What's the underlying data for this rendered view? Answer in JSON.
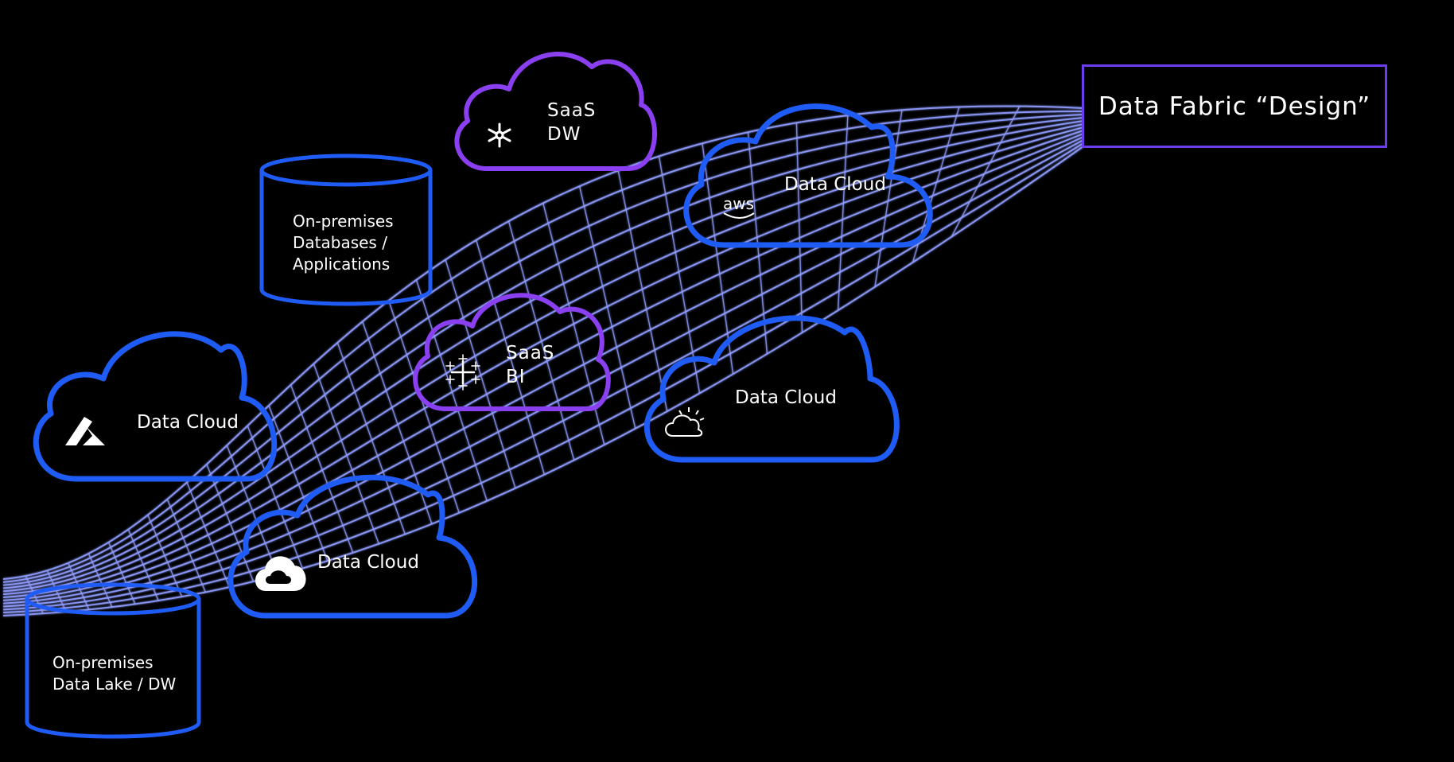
{
  "title": "Data Fabric “Design”",
  "nodes": [
    {
      "id": "saas-dw",
      "label": "SaaS\nDW",
      "shape": "cloud",
      "icon": "snowflake-icon",
      "color": "#8a3ff0"
    },
    {
      "id": "aws-cloud",
      "label": "Data Cloud",
      "shape": "cloud",
      "icon": "aws-icon",
      "color": "#1f5cf5"
    },
    {
      "id": "onprem-db",
      "label": "On-premises\nDatabases /\nApplications",
      "shape": "cylinder",
      "color": "#1f5cf5"
    },
    {
      "id": "saas-bi",
      "label": "SaaS\nBI",
      "shape": "cloud",
      "icon": "tableau-icon",
      "color": "#8a3ff0"
    },
    {
      "id": "azure-cloud",
      "label": "Data Cloud",
      "shape": "cloud",
      "icon": "azure-icon",
      "color": "#1f5cf5"
    },
    {
      "id": "ibm-cloud",
      "label": "Data Cloud",
      "shape": "cloud",
      "icon": "ibm-cloud-icon",
      "color": "#1f5cf5"
    },
    {
      "id": "google-cloud",
      "label": "Data Cloud",
      "shape": "cloud",
      "icon": "google-cloud-icon",
      "color": "#1f5cf5"
    },
    {
      "id": "onprem-lake",
      "label": "On-premises\nData Lake / DW",
      "shape": "cylinder",
      "color": "#1f5cf5"
    }
  ],
  "colors": {
    "background": "#000000",
    "mesh": "#8f9cff",
    "cloud_blue": "#1f5cf5",
    "cloud_purple": "#8a3ff0",
    "title_border": "#6b3cf0"
  }
}
